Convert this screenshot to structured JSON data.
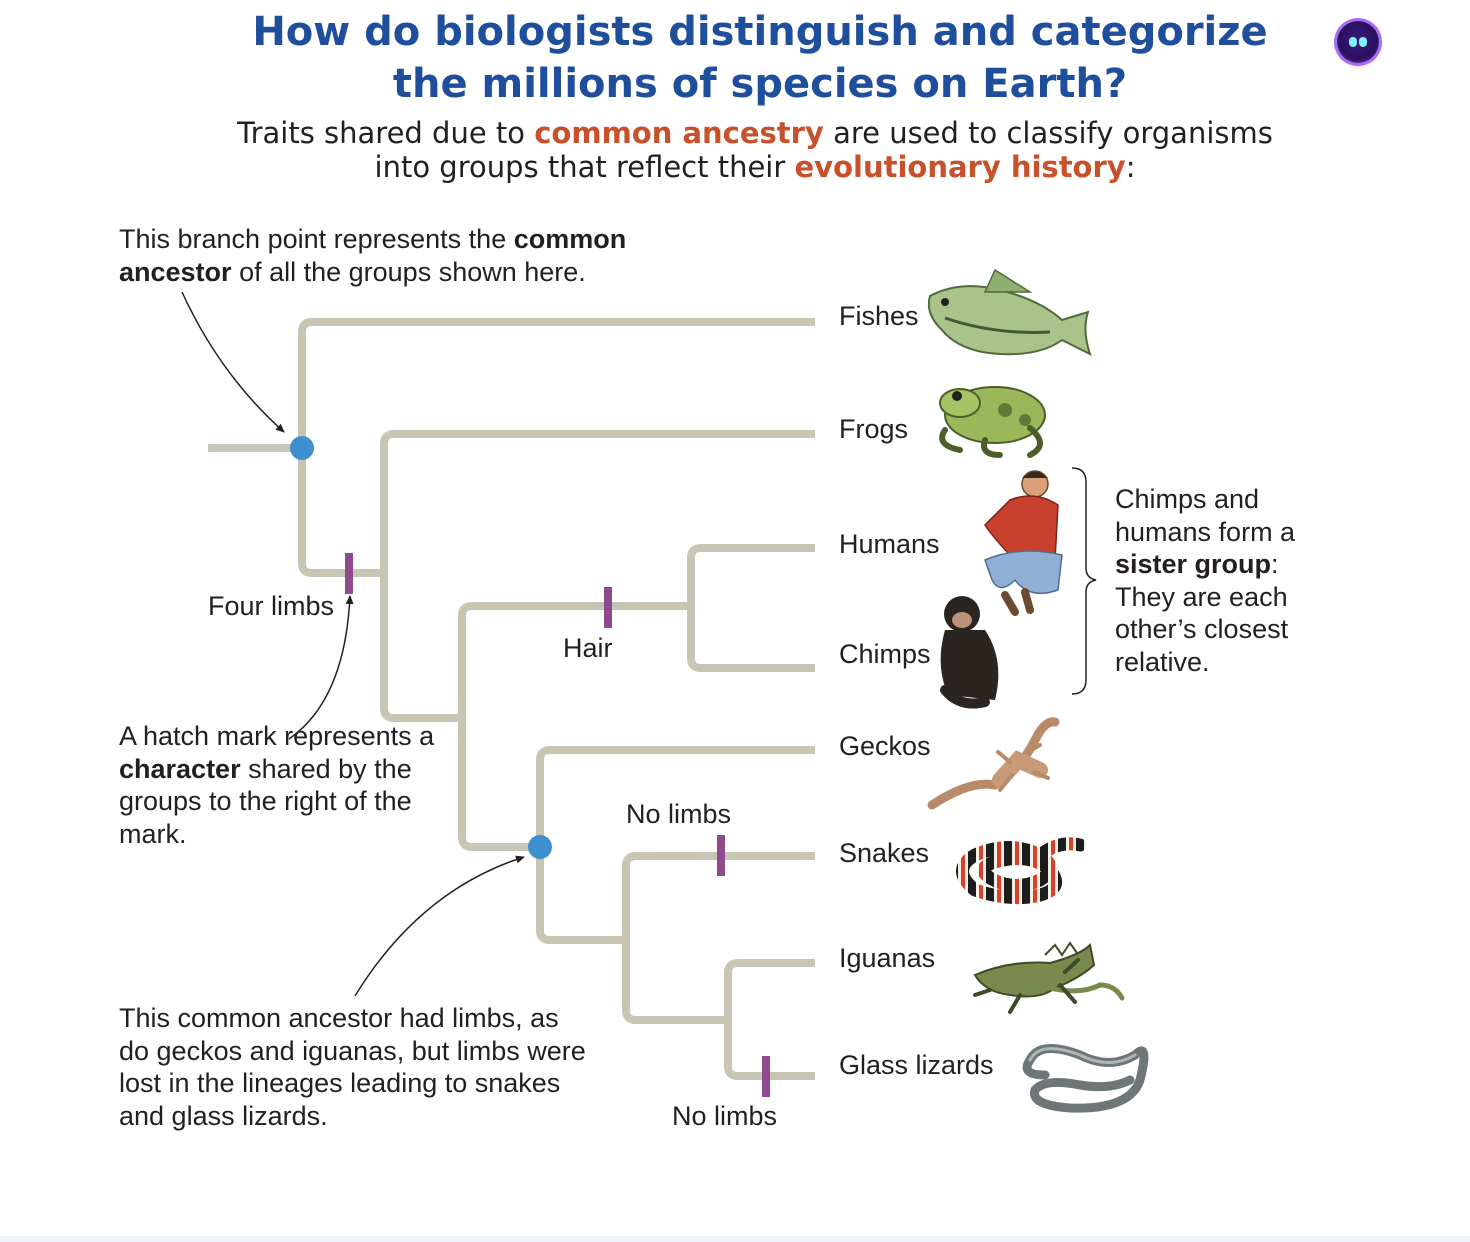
{
  "title": {
    "line1": "How do biologists distinguish and categorize",
    "line2": "the millions of species on Earth?"
  },
  "subtitle": {
    "part1": "Traits shared due to ",
    "accent1": "common ancestry",
    "part2": " are used to classify organisms",
    "part3": "into groups that reflect their ",
    "accent2": "evolutionary history",
    "part4": ":"
  },
  "taxa": [
    "Fishes",
    "Frogs",
    "Humans",
    "Chimps",
    "Geckos",
    "Snakes",
    "Iguanas",
    "Glass lizards"
  ],
  "characters": {
    "four_limbs": "Four limbs",
    "hair": "Hair",
    "no_limbs_snakes": "No limbs",
    "no_limbs_glass": "No limbs"
  },
  "notes": {
    "root": {
      "pre": "This branch point represents the ",
      "bold": "common ancestor",
      "post": " of all the groups shown here."
    },
    "hatch": {
      "pre": "A hatch mark represents a ",
      "bold": "character",
      "post": " shared by the groups to the right of the mark."
    },
    "ancestor": "This common ancestor had limbs, as do geckos and iguanas, but limbs were lost in the lineages leading to snakes and glass lizards.",
    "sister": {
      "pre": "Chimps and humans form a ",
      "bold": "sister group",
      "post": ": They are each other’s closest relative."
    }
  },
  "icons": [
    "fish-illustration",
    "frog-illustration",
    "human-illustration",
    "chimp-illustration",
    "gecko-illustration",
    "snake-illustration",
    "iguana-illustration",
    "glass-lizard-illustration",
    "assistant-icon"
  ],
  "colors": {
    "title": "#1f4e9c",
    "accent": "#c8502a",
    "branch": "#c9c5b5",
    "node": "#3d8fcf",
    "hatch": "#8f4a8e"
  }
}
